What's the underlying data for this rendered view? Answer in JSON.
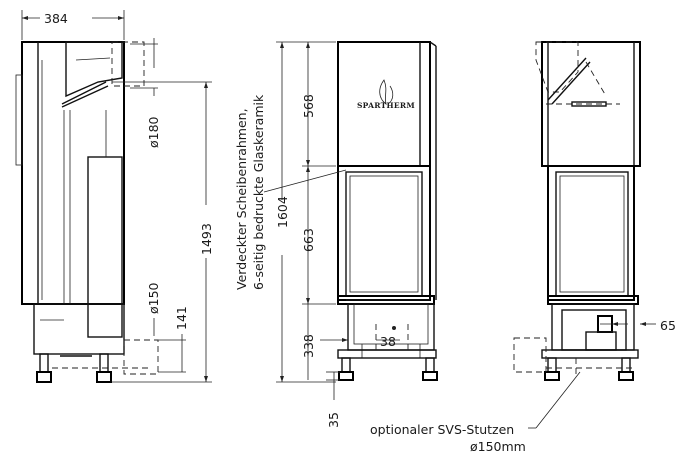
{
  "dimensions": {
    "width_top": "384",
    "pipe_diameter": "ø180",
    "left_height": "1493",
    "left_141": "141",
    "left_pipe_150": "ø150",
    "mid_568": "568",
    "mid_1604": "1604",
    "mid_663": "663",
    "mid_338": "338",
    "mid_38": "38",
    "mid_35": "35",
    "right_65": "65"
  },
  "brand": "SPARTHERM",
  "notes": {
    "frame_line1": "Verdeckter Scheibenrahmen,",
    "frame_line2": "6-seitig bedruckte Glaskeramik",
    "svs_line1": "optionaler SVS-Stutzen",
    "svs_line2": "ø150mm"
  }
}
